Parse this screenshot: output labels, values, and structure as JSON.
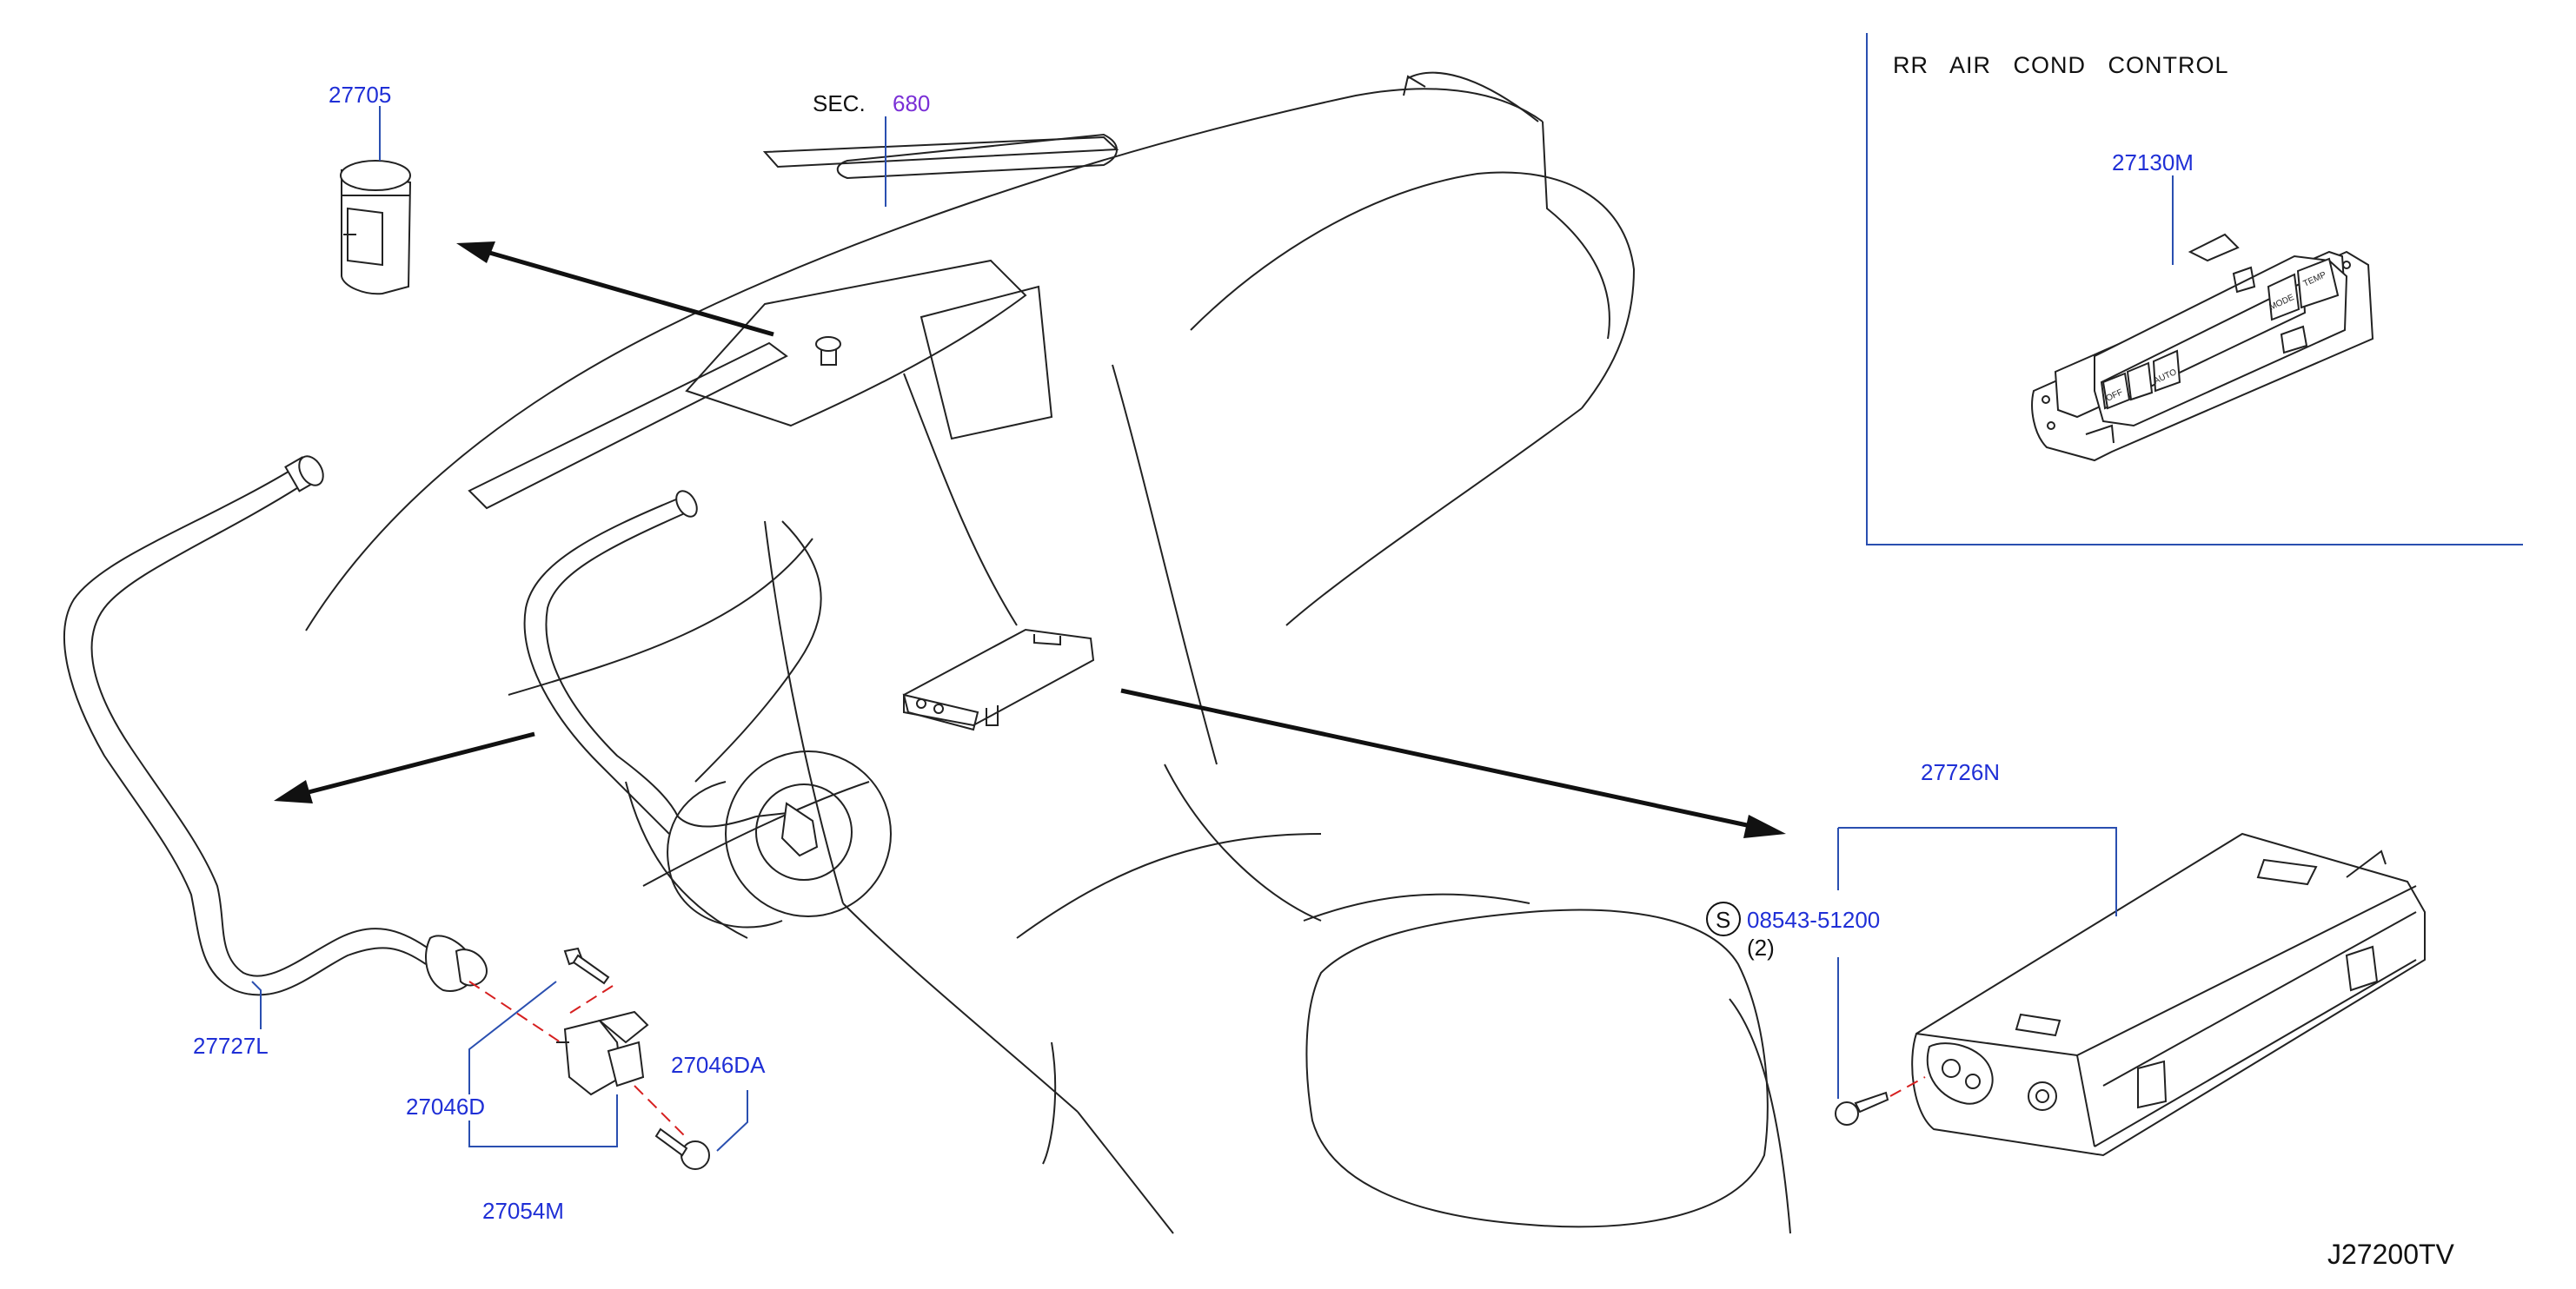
{
  "diagram": {
    "code": "J27200TV",
    "section": {
      "prefix": "SEC.",
      "number": "680"
    }
  },
  "inset": {
    "title": "RR   AIR   COND   CONTROL",
    "part": "27130M",
    "button_labels": {
      "off": "OFF",
      "auto": "AUTO",
      "mode": "MODE",
      "temp": "TEMP"
    }
  },
  "parts": {
    "p27705": "27705",
    "p27727L": "27727L",
    "p27046D": "27046D",
    "p27046DA": "27046DA",
    "p27054M": "27054M",
    "p27726N": "27726N",
    "screw_symbol": "S",
    "screw_part": "08543-51200",
    "screw_qty": "(2)"
  },
  "colors": {
    "part_label": "#1f2fd6",
    "section_number": "#7a2fd6",
    "leader": "#2a4fb0",
    "dashed_axis": "#d62020"
  }
}
